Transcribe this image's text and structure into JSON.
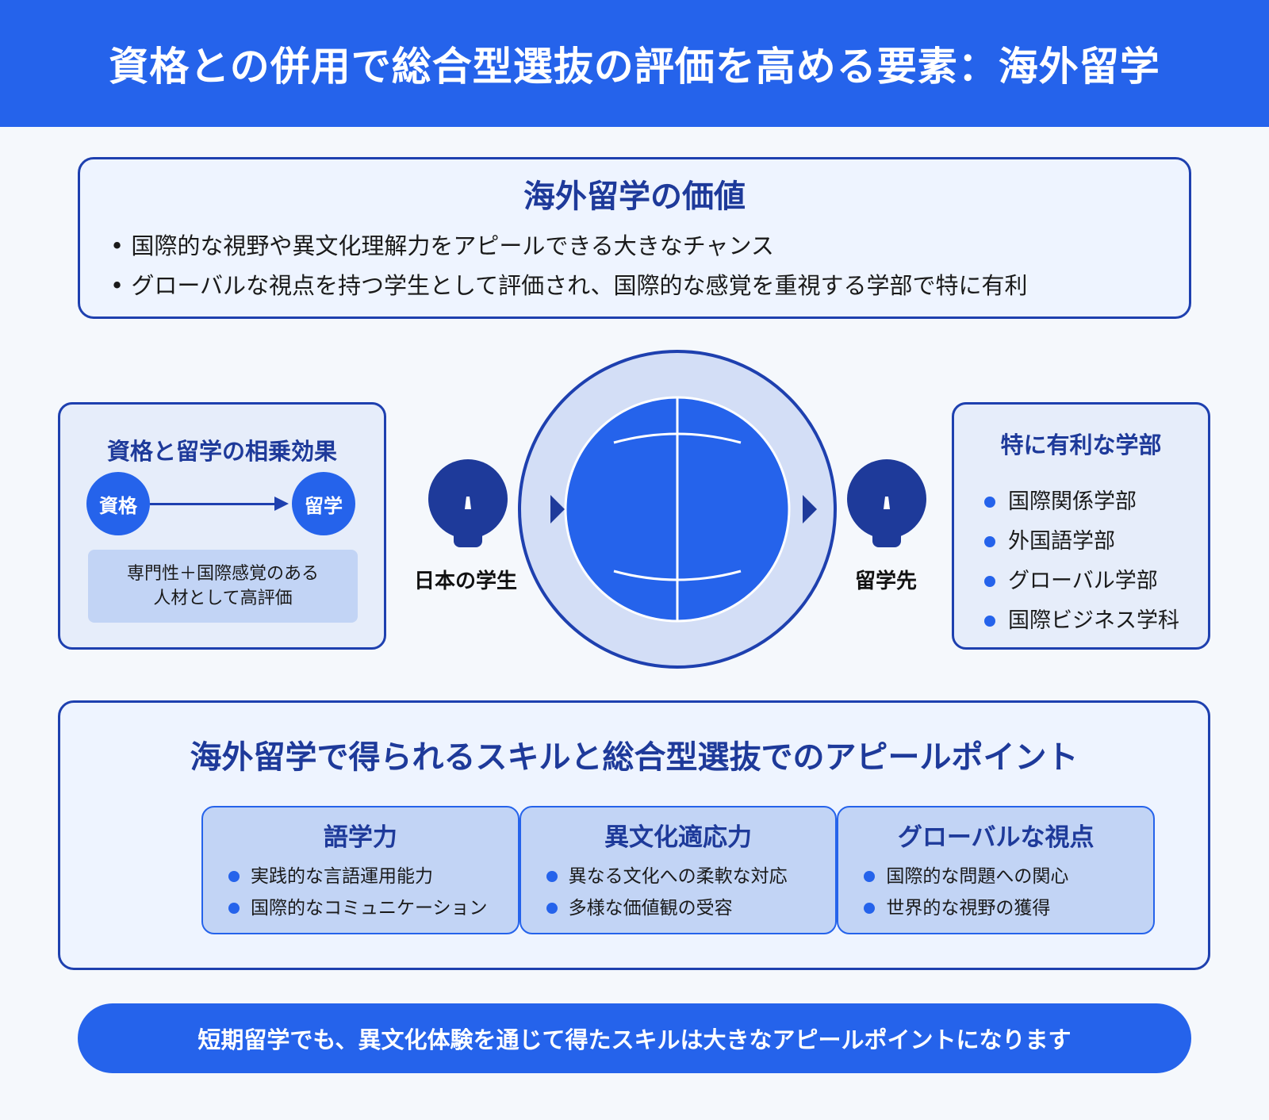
{
  "header": {
    "title": "資格との併用で総合型選抜の評価を高める要素：海外留学"
  },
  "value_section": {
    "title": "海外留学の価値",
    "points": [
      "国際的な視野や異文化理解力をアピールできる大きなチャンス",
      "グローバルな視点を持つ学生として評価され、国際的な感覚を重視する学部で特に有利"
    ]
  },
  "synergy": {
    "title": "資格と留学の相乗効果",
    "from_node": "資格",
    "to_node": "留学",
    "note_line1": "専門性＋国際感覚のある",
    "note_line2": "人材として高評価"
  },
  "journey": {
    "origin_label": "日本の学生",
    "destination_label": "留学先"
  },
  "faculties": {
    "title": "特に有利な学部",
    "items": [
      "国際関係学部",
      "外国語学部",
      "グローバル学部",
      "国際ビジネス学科"
    ]
  },
  "skills": {
    "title": "海外留学で得られるスキルと総合型選抜でのアピールポイント",
    "cards": [
      {
        "title": "語学力",
        "items": [
          "実践的な言語運用能力",
          "国際的なコミュニケーション"
        ]
      },
      {
        "title": "異文化適応力",
        "items": [
          "異なる文化への柔軟な対応",
          "多様な価値観の受容"
        ]
      },
      {
        "title": "グローバルな視点",
        "items": [
          "国際的な問題への関心",
          "世界的な視野の獲得"
        ]
      }
    ]
  },
  "footer": {
    "message": "短期留学でも、異文化体験を通じて得たスキルは大きなアピールポイントになります"
  },
  "colors": {
    "primary": "#2563eb",
    "dark_blue": "#1e40af",
    "light_panel": "#eef4ff",
    "card_fill": "#c2d4f5"
  }
}
